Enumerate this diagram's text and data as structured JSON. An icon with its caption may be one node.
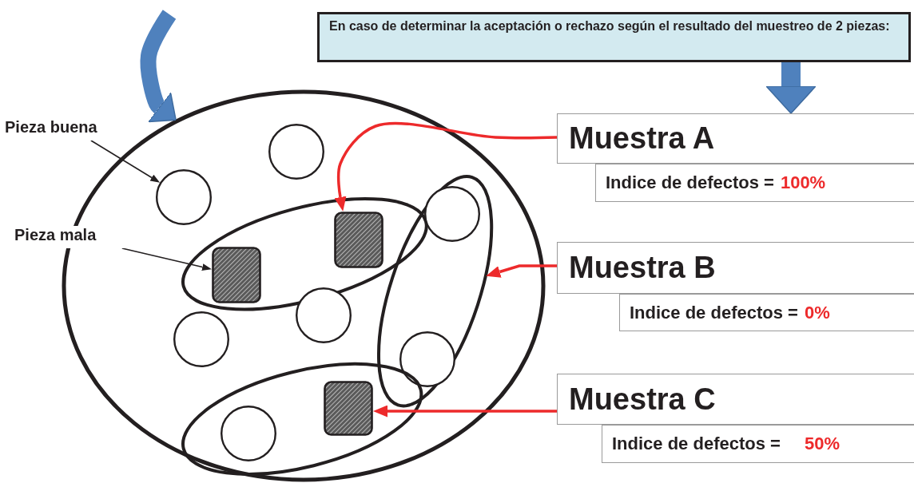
{
  "diagram": {
    "nodes": [
      {
        "text": [
          "En caso de determinar la aceptación o rechazo según el resultado del muestreo de 2 piezas:"
        ]
      },
      {
        "text": [
          "Muestra A"
        ]
      },
      {
        "text": [
          "Indice de defectos =",
          "100%"
        ]
      },
      {
        "text": [
          "Muestra B"
        ]
      },
      {
        "text": [
          "Indice de defectos =",
          "0%"
        ]
      },
      {
        "text": [
          "Muestra C"
        ]
      },
      {
        "text": [
          "Indice de defectos =",
          "50%"
        ]
      },
      {
        "text": [
          "Pieza buena"
        ]
      },
      {
        "text": [
          "Pieza mala"
        ]
      },
      {
        "text": [],
        "shape": "ellipse"
      },
      {
        "text": [],
        "shape": "ellipse",
        "in": 9
      },
      {
        "text": [],
        "shape": "ellipse",
        "in": 9
      },
      {
        "text": [],
        "shape": "ellipse",
        "in": 9
      },
      {
        "text": [],
        "shape": "circle",
        "in": 9
      },
      {
        "text": [],
        "shape": "circle",
        "in": 9
      },
      {
        "text": [],
        "shape": "circle",
        "in": 11
      },
      {
        "text": [],
        "shape": "box",
        "in": 10
      },
      {
        "text": [],
        "shape": "box",
        "in": 10
      },
      {
        "text": [],
        "shape": "circle",
        "in": 9
      },
      {
        "text": [],
        "shape": "circle",
        "in": 9
      },
      {
        "text": [],
        "shape": "circle",
        "in": 11
      },
      {
        "text": [],
        "shape": "circle",
        "in": 12
      },
      {
        "text": [],
        "shape": "box",
        "in": 12
      }
    ],
    "edges": [
      {
        "from": null,
        "to": 9,
        "arrow": "to",
        "style": "thick",
        "color": "#4f81bd"
      },
      {
        "from": 0,
        "to": 1,
        "arrow": "to",
        "style": "thick",
        "color": "#4f81bd"
      },
      {
        "from": 7,
        "to": 14,
        "arrow": "to",
        "color": "#231f20"
      },
      {
        "from": 8,
        "to": 16,
        "arrow": "to",
        "color": "#231f20"
      },
      {
        "from": 1,
        "to": 17,
        "arrow": "to",
        "color": "#ed2a2b"
      },
      {
        "from": 3,
        "to": 11,
        "arrow": "to",
        "color": "#ed2a2b"
      },
      {
        "from": 5,
        "to": 22,
        "arrow": "to",
        "color": "#ed2a2b"
      }
    ]
  }
}
